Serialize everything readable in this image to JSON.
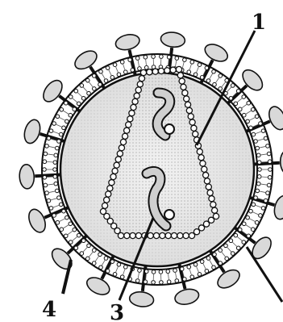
{
  "diagram": {
    "labels": [
      {
        "id": "label-1",
        "text": "1"
      },
      {
        "id": "label-3",
        "text": "3"
      },
      {
        "id": "label-4",
        "text": "4"
      }
    ],
    "colors": {
      "ink": "#111111",
      "spike_fill": "#d9d9d9",
      "core_fill": "#e6e6e6",
      "rna_fill": "#cfcfcf",
      "background": "#ffffff"
    }
  }
}
